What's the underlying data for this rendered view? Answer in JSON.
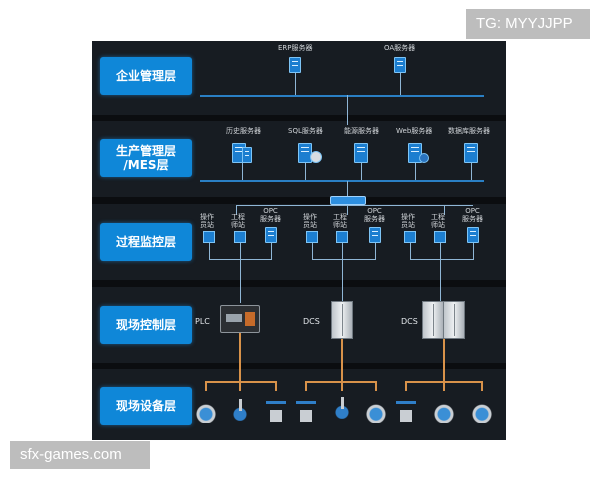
{
  "watermarks": {
    "top_right": "TG: MYYJJPP",
    "bottom_left": "sfx-games.com"
  },
  "layers": [
    {
      "label": "企业管理层"
    },
    {
      "label": "生产管理层\n/MES层"
    },
    {
      "label": "过程监控层"
    },
    {
      "label": "现场控制层"
    },
    {
      "label": "现场设备层"
    }
  ],
  "enterprise": {
    "servers": [
      "ERP服务器",
      "OA服务器"
    ]
  },
  "production": {
    "servers": [
      "历史服务器",
      "SQL服务器",
      "能源服务器",
      "Web服务器",
      "数据库服务器"
    ]
  },
  "process": {
    "group1": [
      "操作\n员站",
      "工程\n师站",
      "OPC\n服务器"
    ],
    "group2": [
      "操作\n员站",
      "工程\n师站",
      "OPC\n服务器"
    ],
    "group3": [
      "操作\n员站",
      "工程\n师站",
      "OPC\n服务器"
    ]
  },
  "control": {
    "plc_label": "PLC",
    "dcs1_label": "DCS",
    "dcs2_label": "DCS"
  },
  "colors": {
    "layer_label_bg": "#0f87d8",
    "band_bg": "#171c22",
    "bus": "#2a7fc4",
    "field_wire": "#d8924a"
  }
}
